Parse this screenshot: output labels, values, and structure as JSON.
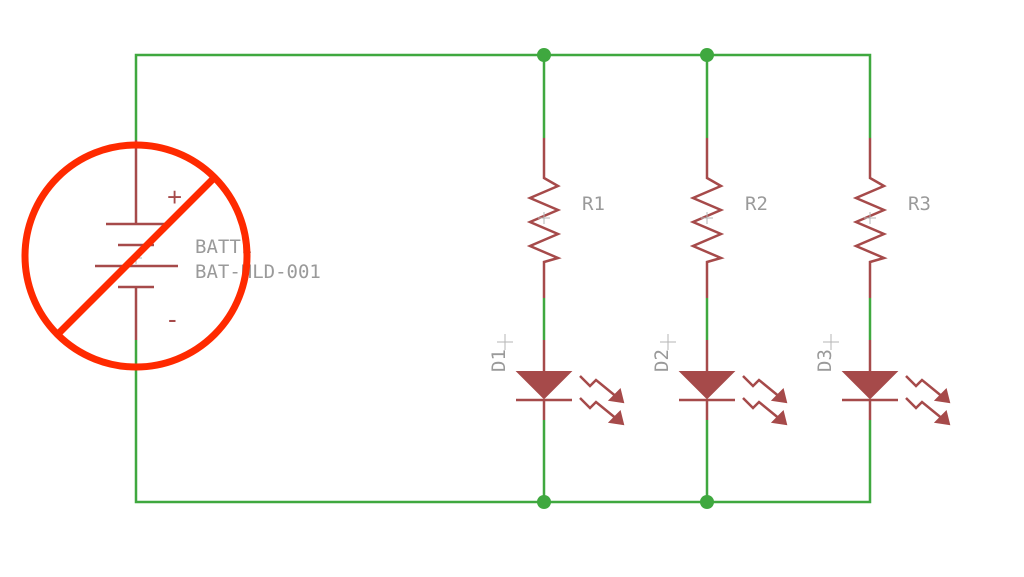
{
  "battery": {
    "name": "BATT1",
    "value": "BAT-HLD-001",
    "plus_sign": "+",
    "minus_sign": "-"
  },
  "branches": [
    {
      "resistor": "R1",
      "diode": "D1"
    },
    {
      "resistor": "R2",
      "diode": "D2"
    },
    {
      "resistor": "R3",
      "diode": "D3"
    }
  ],
  "colors": {
    "wire": "#3fa83f",
    "component": "#a64a4a",
    "label": "#9a9a9a",
    "prohibition_overlay": "#ff2a00"
  },
  "overlay_icon": "no-entry-icon"
}
